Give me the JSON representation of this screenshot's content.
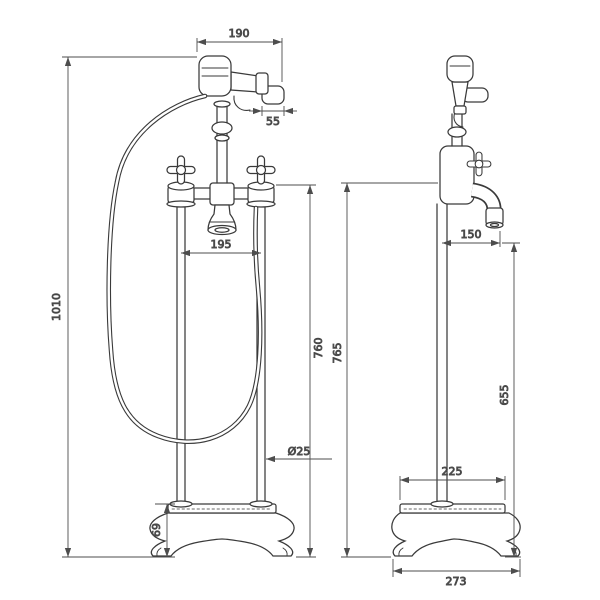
{
  "page": {
    "background": "#ffffff"
  },
  "drawing": {
    "kind": "technical-dimension-drawing",
    "subject": "freestanding bath shower mixer tap, front and side views",
    "line_color": "#3a3a3a",
    "dim_color": "#4d4d4d",
    "front": {
      "handset_width": "190",
      "bracket_offset": "55",
      "overall_height": "1010",
      "leg_spacing": "195",
      "handle_height": "760",
      "pipe_diameter": "Ø25",
      "base_height": "69"
    },
    "side": {
      "spout_reach": "150",
      "body_height": "765",
      "spout_height": "655",
      "base_plate_width": "225",
      "base_overall_width": "273"
    }
  }
}
